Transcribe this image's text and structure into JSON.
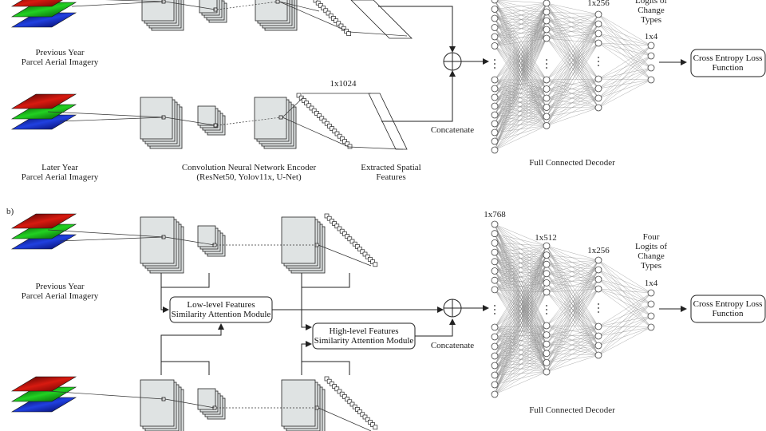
{
  "panel_a": {
    "input_top": "Previous Year\nParcel Aerial Imagery",
    "input_bottom": "Later Year\nParcel Aerial Imagery",
    "encoder": "Convolution Neural Network Encoder\n(ResNet50, Yolov11x, U-Net)",
    "spatial": "Extracted Spatial\nFeatures",
    "vector_dim": "1x1024",
    "concat": "Concatenate",
    "decoder": "Full Connected Decoder",
    "dim_256": "1x256",
    "logits": "Logits of\nChange\nTypes",
    "dim_4": "1x4",
    "loss": "Cross Entropy Loss\nFunction"
  },
  "panel_b": {
    "tag": "b)",
    "input_top": "Previous Year\nParcel Aerial Imagery",
    "low_module": "Low-level Features\nSimilarity Attention Module",
    "high_module": "High-level Features\nSimilarity Attention Module",
    "concat": "Concatenate",
    "decoder": "Full Connected Decoder",
    "dim_768": "1x768",
    "dim_512": "1x512",
    "dim_256": "1x256",
    "logits": "Four\nLogits of\nChange\nTypes",
    "dim_4": "1x4",
    "loss": "Cross Entropy Loss\nFunction"
  }
}
